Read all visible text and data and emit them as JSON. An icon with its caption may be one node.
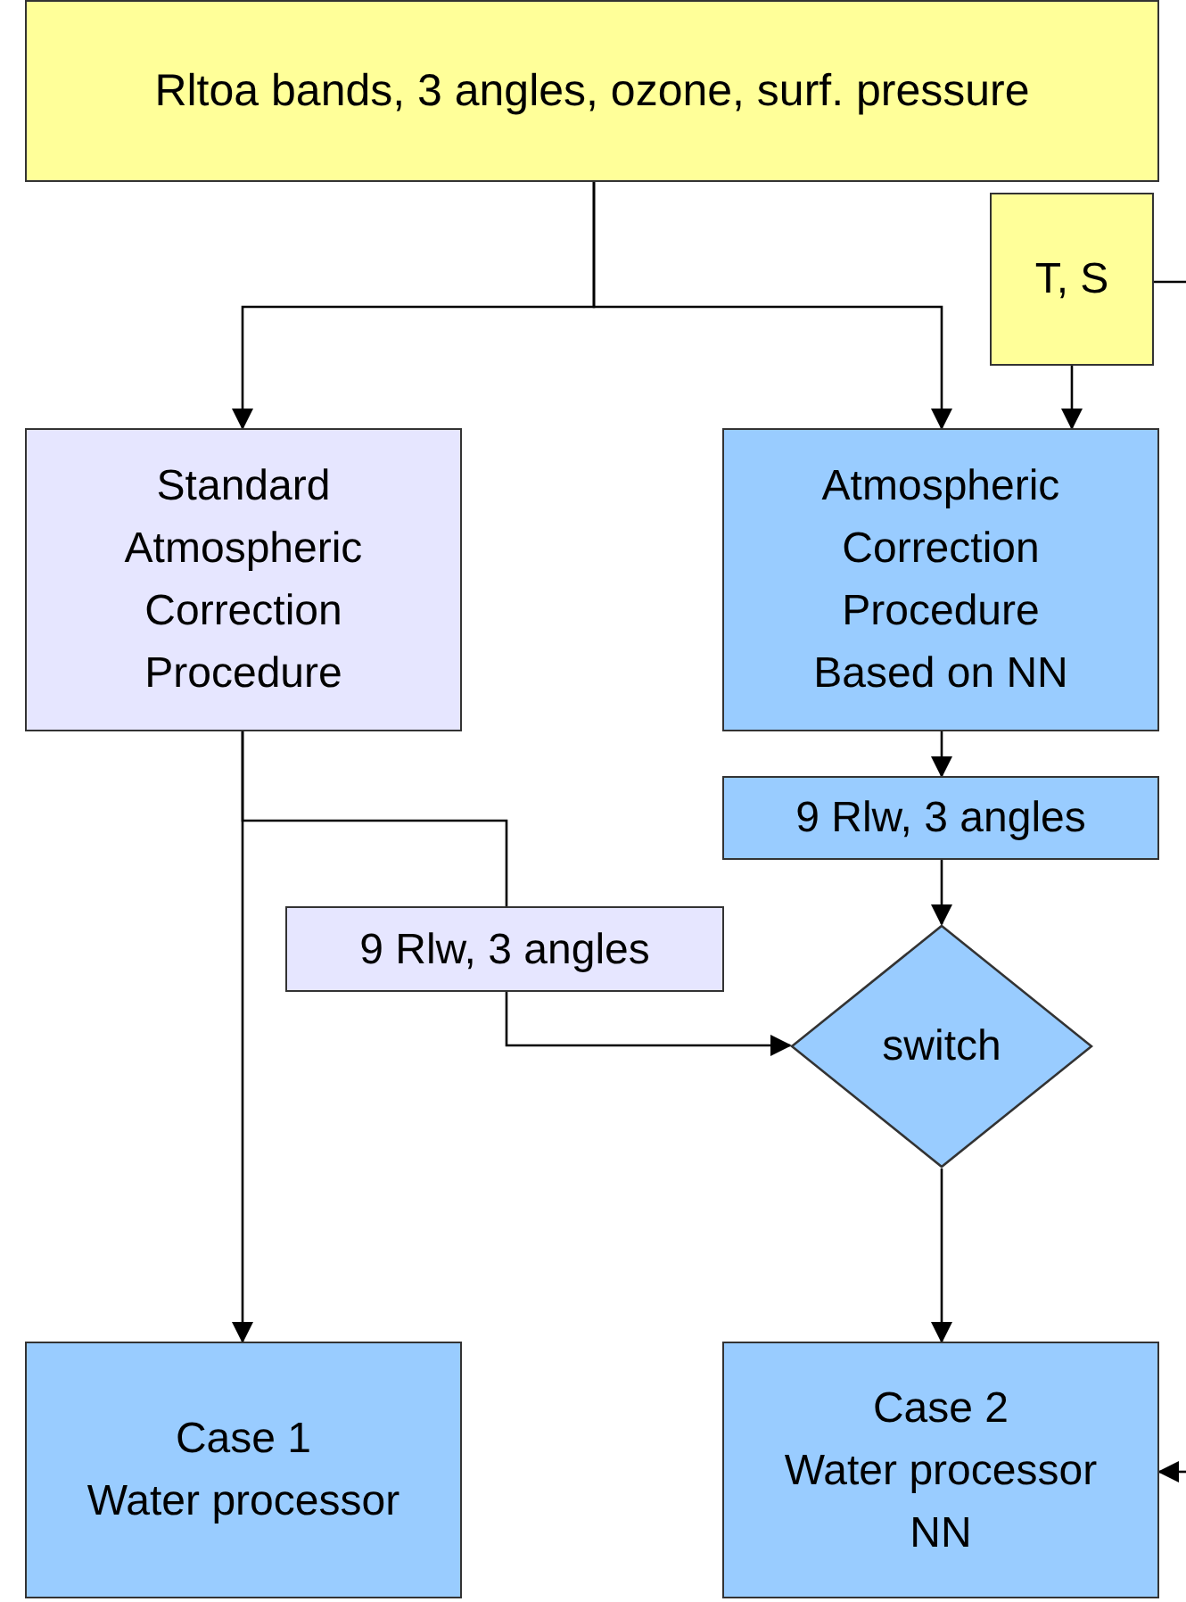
{
  "diagram": {
    "nodes": [
      {
        "text": [
          "Rltoa bands, 3 angles, ozone, surf. pressure"
        ]
      },
      {
        "text": [
          "T, S"
        ]
      },
      {
        "text": [
          "Standard Atmospheric Correction Procedure"
        ]
      },
      {
        "text": [
          "Atmospheric Correction Procedure Based on NN"
        ]
      },
      {
        "text": [
          "9 Rlw, 3 angles"
        ]
      },
      {
        "text": [
          "9 Rlw, 3 angles"
        ]
      },
      {
        "text": [
          "switch"
        ]
      },
      {
        "text": [
          "Case 1",
          "Water processor"
        ]
      },
      {
        "text": [
          "Case 2",
          "Water processor NN"
        ]
      }
    ],
    "edges": [
      {
        "from": 0,
        "to": 2,
        "arrow": "to"
      },
      {
        "from": 0,
        "to": 3,
        "arrow": "to"
      },
      {
        "from": 1,
        "to": 3,
        "arrow": "to"
      },
      {
        "from": 1,
        "to": null,
        "arrow": "none"
      },
      {
        "from": null,
        "to": 8,
        "arrow": "to"
      },
      {
        "from": 3,
        "to": 4,
        "arrow": "to"
      },
      {
        "from": 4,
        "to": 6,
        "arrow": "to"
      },
      {
        "from": 2,
        "to": 5,
        "arrow": "none"
      },
      {
        "from": 5,
        "to": 6,
        "arrow": "to"
      },
      {
        "from": 2,
        "to": 7,
        "arrow": "to"
      },
      {
        "from": 6,
        "to": 8,
        "arrow": "to"
      }
    ]
  }
}
